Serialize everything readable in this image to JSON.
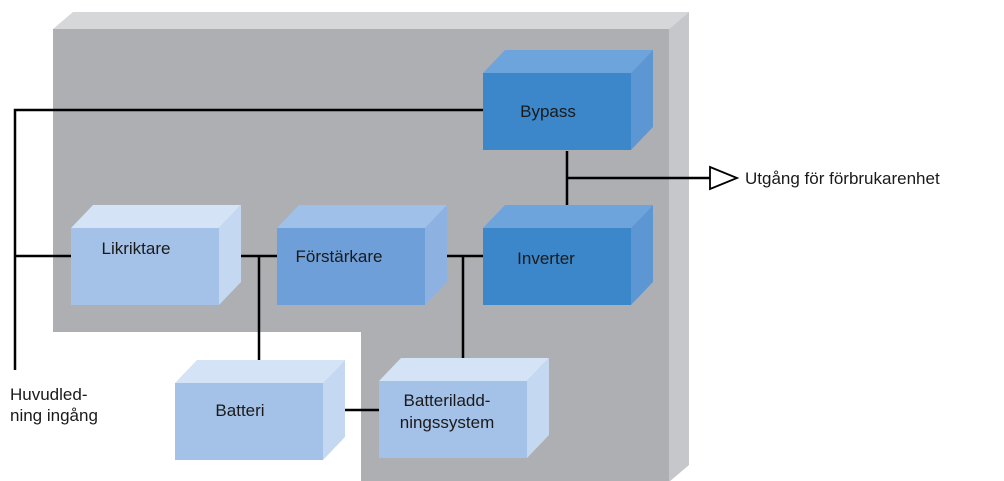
{
  "colors": {
    "cabinet_face": "#aeafb2",
    "cabinet_top": "#d6d7d9",
    "cabinet_side": "#c6c7ca",
    "line": "#000000",
    "dark_front": "#3b87c9",
    "dark_top": "#6ea4dc",
    "dark_side": "#5d97d3",
    "mid_front": "#6f9fd9",
    "mid_top": "#9fc0e9",
    "mid_side": "#8db2e2",
    "light_front": "#a4c1e7",
    "light_top": "#d4e3f6",
    "light_side": "#c4d8f1"
  },
  "blocks": {
    "bypass": {
      "label": "Bypass",
      "shade": "dark"
    },
    "inverter": {
      "label": "Inverter",
      "shade": "dark"
    },
    "forstarkare": {
      "label": "Förstärkare",
      "shade": "mid"
    },
    "likriktare": {
      "label": "Likriktare",
      "shade": "light"
    },
    "batteri": {
      "label": "Batteri",
      "shade": "light"
    },
    "batteriladdning": {
      "label_line1": "Batteriladd-",
      "label_line2": "ningssystem",
      "shade": "light"
    }
  },
  "labels": {
    "output": "Utgång för förbrukarenhet",
    "mains_line1": "Huvudled-",
    "mains_line2": "ning ingång"
  },
  "icons": {
    "output_arrow": "triangle-arrow-right-icon"
  }
}
